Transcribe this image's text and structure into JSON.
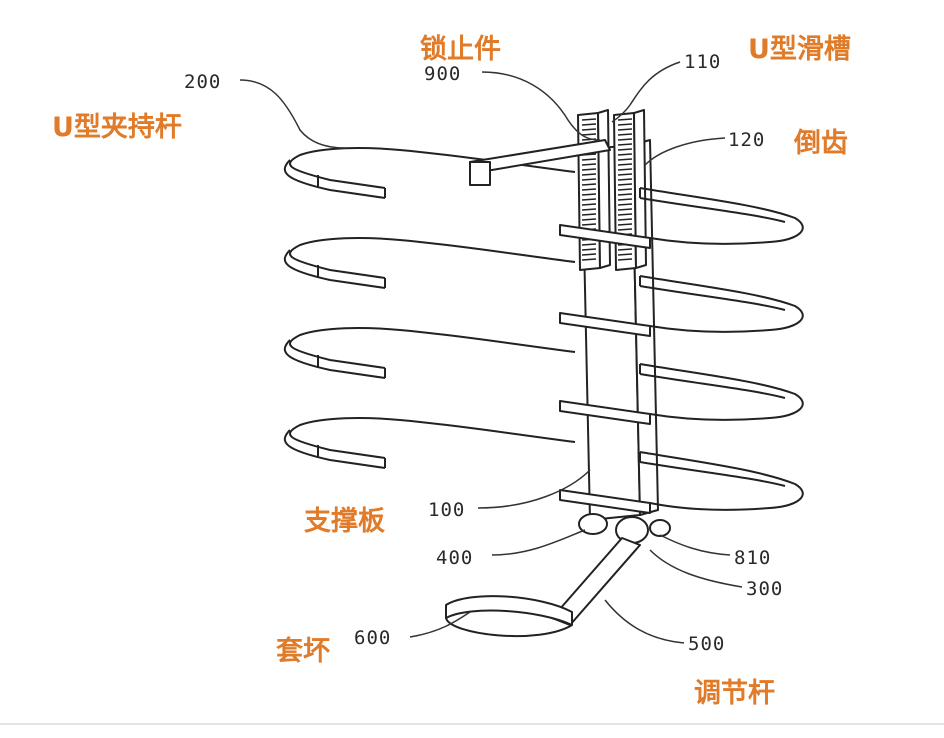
{
  "colors": {
    "label_orange": "#e07b2a",
    "line": "#222222"
  },
  "reference_numerals": {
    "n200": "200",
    "n900": "900",
    "n110": "110",
    "n120": "120",
    "n100": "100",
    "n400": "400",
    "n810": "810",
    "n300": "300",
    "n600": "600",
    "n500": "500"
  },
  "part_names": {
    "u_clamp_rod": "U型夹持杆",
    "lock_piece": "锁止件",
    "u_slot": "U型滑槽",
    "barb_teeth": "倒齿",
    "support_plate": "支撑板",
    "sleeve_ring": "套坏",
    "adjust_rod": "调节杆"
  }
}
